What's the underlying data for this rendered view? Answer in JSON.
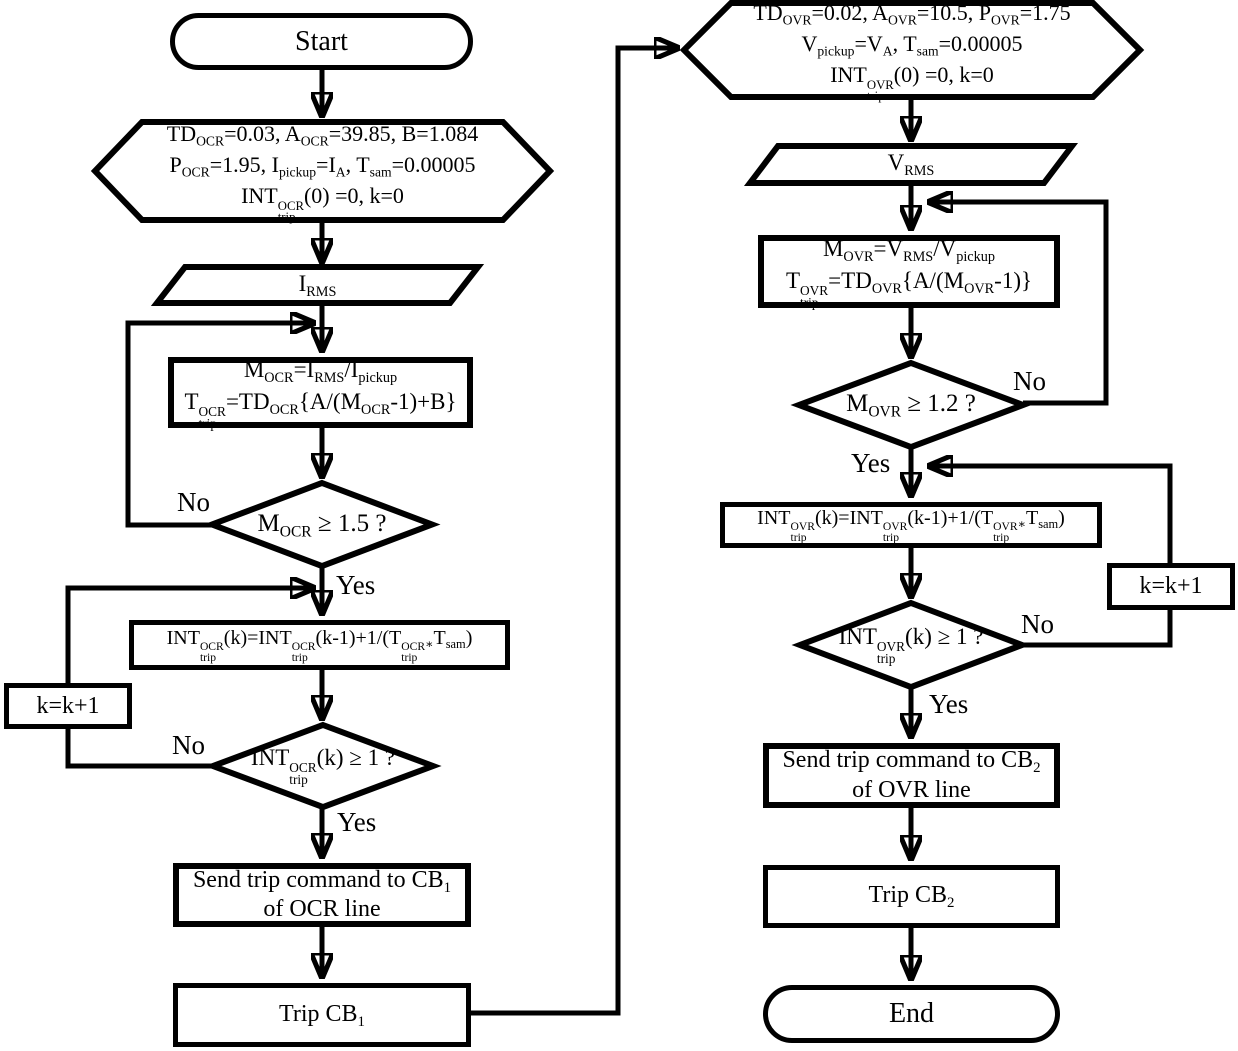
{
  "colors": {
    "ink": "#000000",
    "paper": "#ffffff"
  },
  "flowchart": {
    "ocr": {
      "start": "Start",
      "init_lines": [
        "TD{|OCR}=0.03, A{|OCR}=39.85, B=1.084",
        "P{|OCR}=1.95, I{|pickup}=I{|A}, T{|sam}=0.00005",
        "INT{OCR|trip}(0) =0, k=0"
      ],
      "input": "I{|RMS}",
      "compute_lines": [
        "M{|OCR}=I{|RMS}/I{|pickup}",
        "T{OCR|trip}=TD{|OCR}{A/(M{|OCR}-1)+B}"
      ],
      "ratio_decision": "M{|OCR} ≥ 1.5 ?",
      "ratio_no": "No",
      "ratio_yes": "Yes",
      "integral": "INT{OCR|trip}(k)=INT{OCR|trip}(k-1)+1/(T{OCR|trip}{|∗}T{|sam})",
      "int_decision": "INT{OCR|trip}(k) ≥ 1 ?",
      "int_no": "No",
      "int_yes": "Yes",
      "increment": "k=k+1",
      "send_lines": [
        "Send trip command to CB{|1}",
        "of OCR line"
      ],
      "trip": "Trip CB{|1}"
    },
    "ovr": {
      "init_lines": [
        "TD{|OVR}=0.02, A{|OVR}=10.5, P{|OVR}=1.75",
        "V{|pickup}=V{|A}, T{|sam}=0.00005",
        "INT{OVR|trip}(0) =0, k=0"
      ],
      "input": "V{|RMS}",
      "compute_lines": [
        "M{|OVR}=V{|RMS}/V{|pickup}",
        "T{OVR|trip}=TD{|OVR}{A/(M{|OVR}-1)}"
      ],
      "ratio_decision": "M{|OVR} ≥ 1.2 ?",
      "ratio_no": "No",
      "ratio_yes": "Yes",
      "integral": "INT{OVR|trip}(k)=INT{OVR|trip}(k-1)+1/(T{OVR|trip}{|∗}T{|sam})",
      "int_decision": "INT{OVR|trip}(k) ≥ 1 ?",
      "int_no": "No",
      "int_yes": "Yes",
      "increment": "k=k+1",
      "send_lines": [
        "Send trip command to CB{|2}",
        "of OVR line"
      ],
      "trip": "Trip CB{|2}",
      "end": "End"
    }
  }
}
